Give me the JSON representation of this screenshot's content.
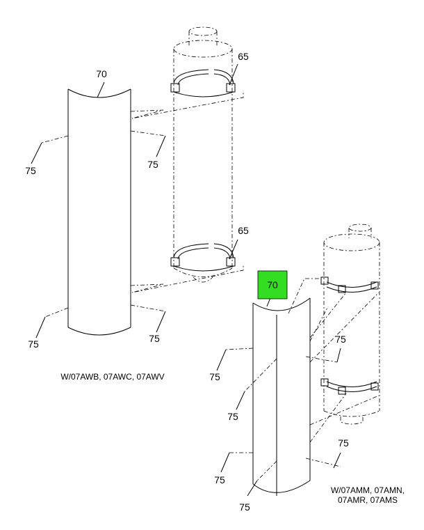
{
  "callouts": {
    "heat_shield": "70",
    "clamp": "65",
    "screw": "75",
    "highlighted": "70"
  },
  "captions": {
    "left_assembly": "W/07AWB, 07AWC, 07AWV",
    "right_assembly_line1": "W/07AMM, 07AMN,",
    "right_assembly_line2": "07AMR, 07AMS"
  },
  "colors": {
    "highlight": "#33dd22",
    "line": "#000000"
  }
}
